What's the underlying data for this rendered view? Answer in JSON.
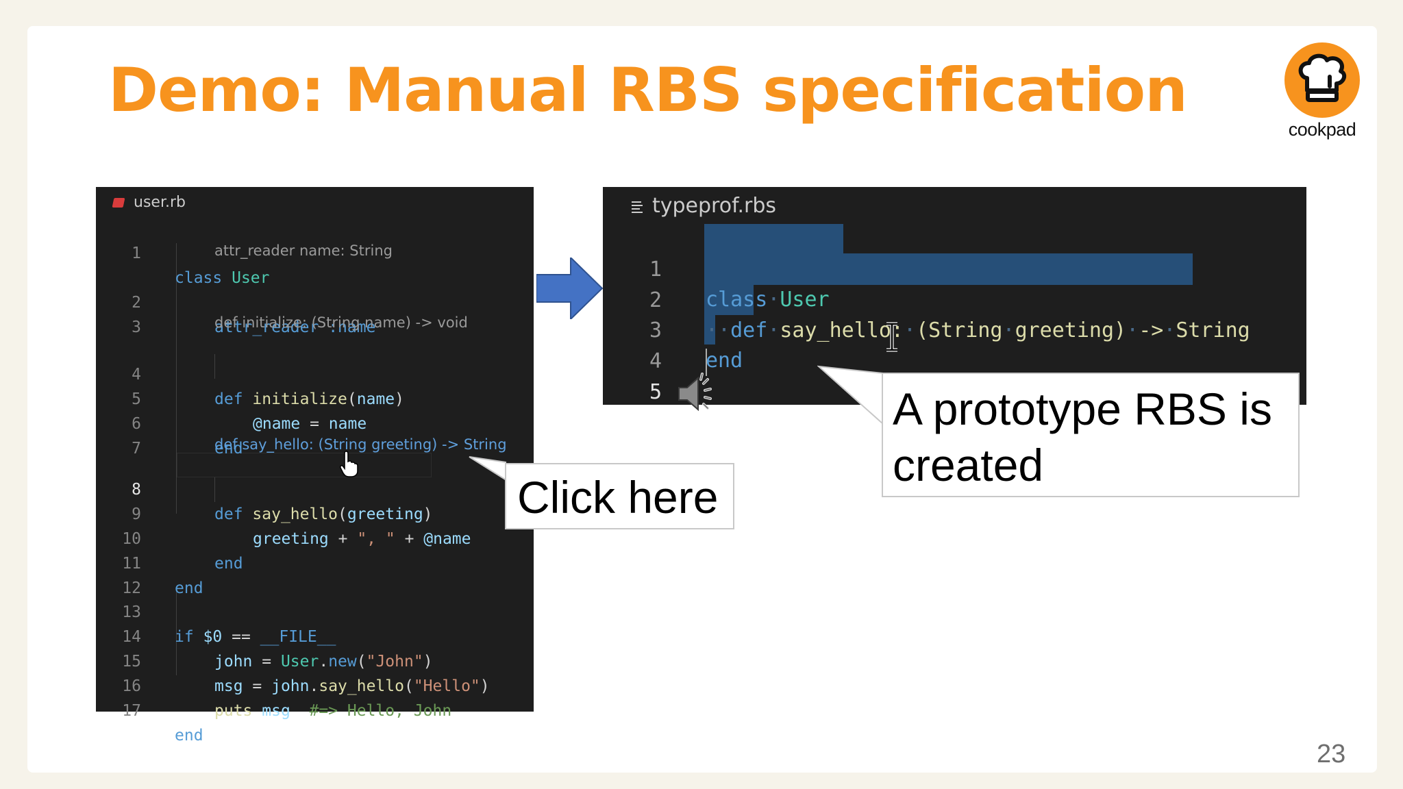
{
  "slide": {
    "title": "Demo: Manual RBS specification",
    "logo_text": "cookpad",
    "page_number": "23",
    "colors": {
      "title": "#f7931e",
      "logo": "#f7931e",
      "editor_bg": "#1e1e1e",
      "selection": "#264f78"
    }
  },
  "left_editor": {
    "tab_label": "user.rb",
    "tab_icon": "ruby-icon",
    "hints": {
      "attr_reader": "attr_reader name: String",
      "initialize": "def initialize: (String name) -> void",
      "say_hello": "def say_hello: (String greeting) -> String"
    },
    "line_numbers": [
      "1",
      "2",
      "3",
      "4",
      "5",
      "6",
      "7",
      "8",
      "9",
      "10",
      "11",
      "12",
      "13",
      "14",
      "15",
      "16",
      "17"
    ],
    "lines": [
      {
        "t1": "class",
        "t2": " ",
        "t3": "User"
      },
      {
        "t1": "attr_reader",
        "t2": " ",
        "t3": ":name"
      },
      {},
      {
        "t1": "def",
        "t2": " ",
        "t3": "initialize",
        "t4": "(",
        "t5": "name",
        "t6": ")"
      },
      {
        "t1": "@name",
        "t2": " = ",
        "t3": "name"
      },
      {
        "t1": "end"
      },
      {},
      {
        "t1": "def",
        "t2": " ",
        "t3": "say_hello",
        "t4": "(",
        "t5": "greeting",
        "t6": ")"
      },
      {
        "t1": "greeting",
        "t2": " + ",
        "t3": "\", \"",
        "t4": " + ",
        "t5": "@name"
      },
      {
        "t1": "end"
      },
      {
        "t1": "end"
      },
      {},
      {
        "t1": "if",
        "t2": " ",
        "t3": "$0",
        "t4": " == ",
        "t5": "__FILE__"
      },
      {
        "t1": "john",
        "t2": " = ",
        "t3": "User",
        "t4": ".",
        "t5": "new",
        "t6": "(",
        "t7": "\"John\"",
        "t8": ")"
      },
      {
        "t1": "msg",
        "t2": " = ",
        "t3": "john",
        "t4": ".",
        "t5": "say_hello",
        "t6": "(",
        "t7": "\"Hello\"",
        "t8": ")"
      },
      {
        "t1": "puts",
        "t2": " ",
        "t3": "msg",
        "t4": "  ",
        "t5": "#=> Hello, John"
      },
      {
        "t1": "end"
      }
    ]
  },
  "right_editor": {
    "tab_label": "typeprof.rbs",
    "tab_icon": "lines-icon",
    "line_numbers": [
      "1",
      "2",
      "3",
      "4",
      "5"
    ],
    "lines": [
      {
        "t1": "class",
        "t2": "·",
        "t3": "User"
      },
      {
        "t0": "··",
        "t1": "def",
        "t2": "·",
        "t3": "say_hello:",
        "t4": "·",
        "t5": "(String",
        "t6": "·",
        "t7": "greeting)",
        "t8": "·",
        "t9": "->",
        "t10": "·",
        "t11": "String"
      },
      {
        "t1": "end"
      },
      {},
      {}
    ]
  },
  "callouts": {
    "click_here": "Click here",
    "prototype_line1": "A prototype RBS is",
    "prototype_line2": "created"
  }
}
